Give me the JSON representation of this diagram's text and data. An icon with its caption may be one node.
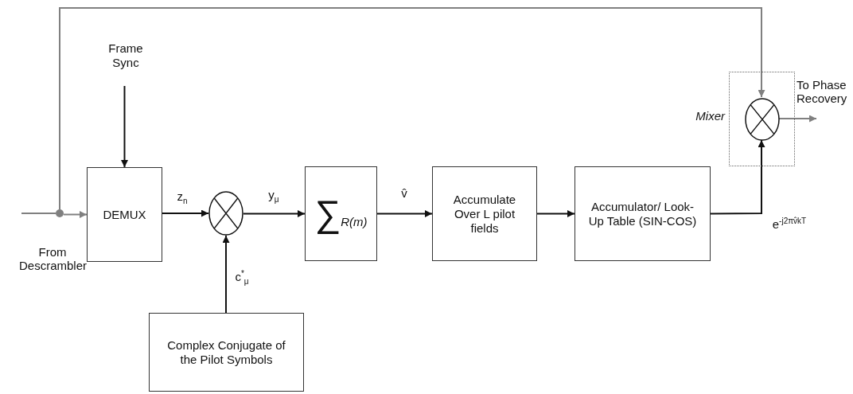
{
  "diagram": {
    "nodes": [
      {
        "text": [
          "Frame Sync"
        ]
      },
      {
        "text": [],
        "shape": "circle"
      },
      {
        "text": [
          "DEMUX"
        ]
      },
      {
        "text": [],
        "shape": "circle"
      },
      {
        "text": [
          "∑*R(m)*"
        ]
      },
      {
        "text": [
          "Accumulate Over L pilot fields"
        ]
      },
      {
        "text": [
          "Accumulator/ Look-Up Table (SIN-COS)"
        ]
      },
      {
        "text": [
          "Mixer"
        ]
      },
      {
        "text": [],
        "shape": "circle",
        "in": 7
      },
      {
        "text": [
          "Complex Conjugate of the Pilot Symbols"
        ]
      }
    ],
    "edges": [
      {
        "from": 0,
        "to": 2,
        "arrow": "to"
      },
      {
        "from": null,
        "to": 1,
        "arrow": "none",
        "label": "From Descrambler",
        "color": "#808080"
      },
      {
        "from": 1,
        "to": 2,
        "arrow": "to",
        "color": "#808080"
      },
      {
        "from": 1,
        "to": 8,
        "arrow": "to",
        "color": "#808080"
      },
      {
        "from": 2,
        "to": 3,
        "arrow": "to",
        "label": "z$_{n}$"
      },
      {
        "from": 9,
        "to": 3,
        "arrow": "to",
        "label": "c$^{*}$$_{μ}$"
      },
      {
        "from": 3,
        "to": 4,
        "arrow": "to",
        "label": "y$_{μ}$"
      },
      {
        "from": 4,
        "to": 5,
        "arrow": "to",
        "label": "v̂"
      },
      {
        "from": 5,
        "to": 6,
        "arrow": "to"
      },
      {
        "from": 6,
        "to": 8,
        "arrow": "to",
        "label": "e$^{-j2πv̂kT}$"
      },
      {
        "from": 8,
        "to": null,
        "arrow": "to",
        "label": "To Phase Recovery",
        "color": "#808080"
      }
    ]
  }
}
